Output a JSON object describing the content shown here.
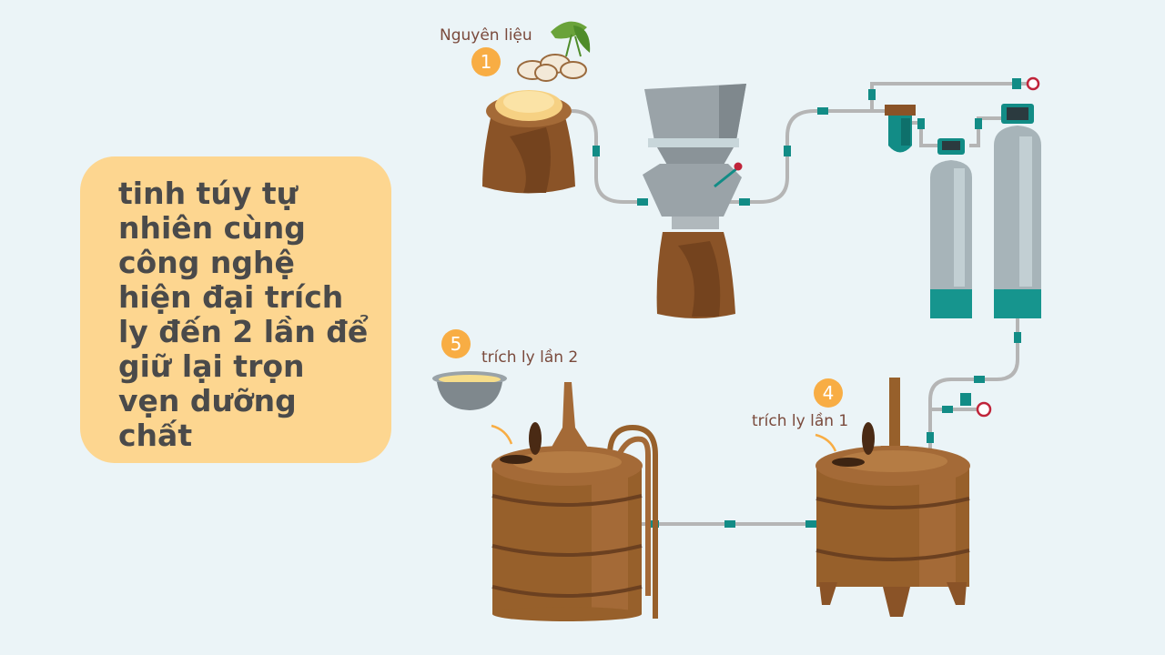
{
  "headline": "tinh túy tự nhiên cùng công nghệ hiện đại trích ly đến 2 lần để giữ lại trọn vẹn dưỡng chất",
  "steps": [
    {
      "number": "1",
      "label": "Nguyên liệu"
    },
    {
      "number": "4",
      "label": "trích ly lần 1"
    },
    {
      "number": "5",
      "label": "trích ly lần 2"
    }
  ],
  "colors": {
    "background": "#ebf4f7",
    "callout": "#fdd690",
    "badge": "#f8ad44",
    "pipe": "#b5b5b5",
    "fitting": "#128c86",
    "tank_wood": "#97602b",
    "sack": "#8a5327"
  }
}
